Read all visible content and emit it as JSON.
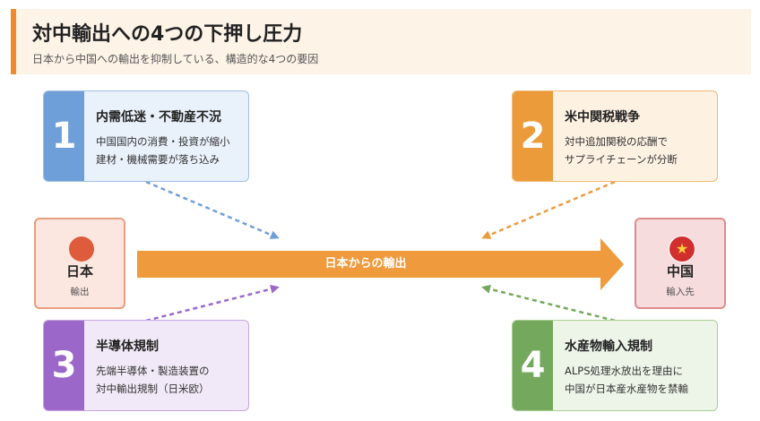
{
  "header": {
    "title": "対中輸出への4つの下押し圧力",
    "subtitle": "日本から中国への輸出を抑制している、構造的な4つの要因"
  },
  "colors": {
    "accent": "#ef8b2c",
    "factor1": "#6f9fd8",
    "factor2": "#ec9b3b",
    "factor3": "#9b68c9",
    "factor4": "#74a85c"
  },
  "factors": [
    {
      "number": "1",
      "title": "内需低迷・不動産不況",
      "lines": [
        "中国国内の消費・投資が縮小",
        "建材・機械需要が落ち込み"
      ]
    },
    {
      "number": "2",
      "title": "米中関税戦争",
      "lines": [
        "対中追加関税の応酬で",
        "サプライチェーンが分断"
      ]
    },
    {
      "number": "3",
      "title": "半導体規制",
      "lines": [
        "先端半導体・製造装置の",
        "対中輸出規制（日米欧）"
      ]
    },
    {
      "number": "4",
      "title": "水産物輸入規制",
      "lines": [
        "ALPS処理水放出を理由に",
        "中国が日本産水産物を禁輸"
      ]
    }
  ],
  "nodes": {
    "origin": {
      "title": "日本",
      "subtitle": "輸出",
      "icon": "sun-circle-icon"
    },
    "destination": {
      "title": "中国",
      "subtitle": "輸入先",
      "icon": "star-flag-icon"
    }
  },
  "flow": {
    "label": "日本からの輸出"
  }
}
